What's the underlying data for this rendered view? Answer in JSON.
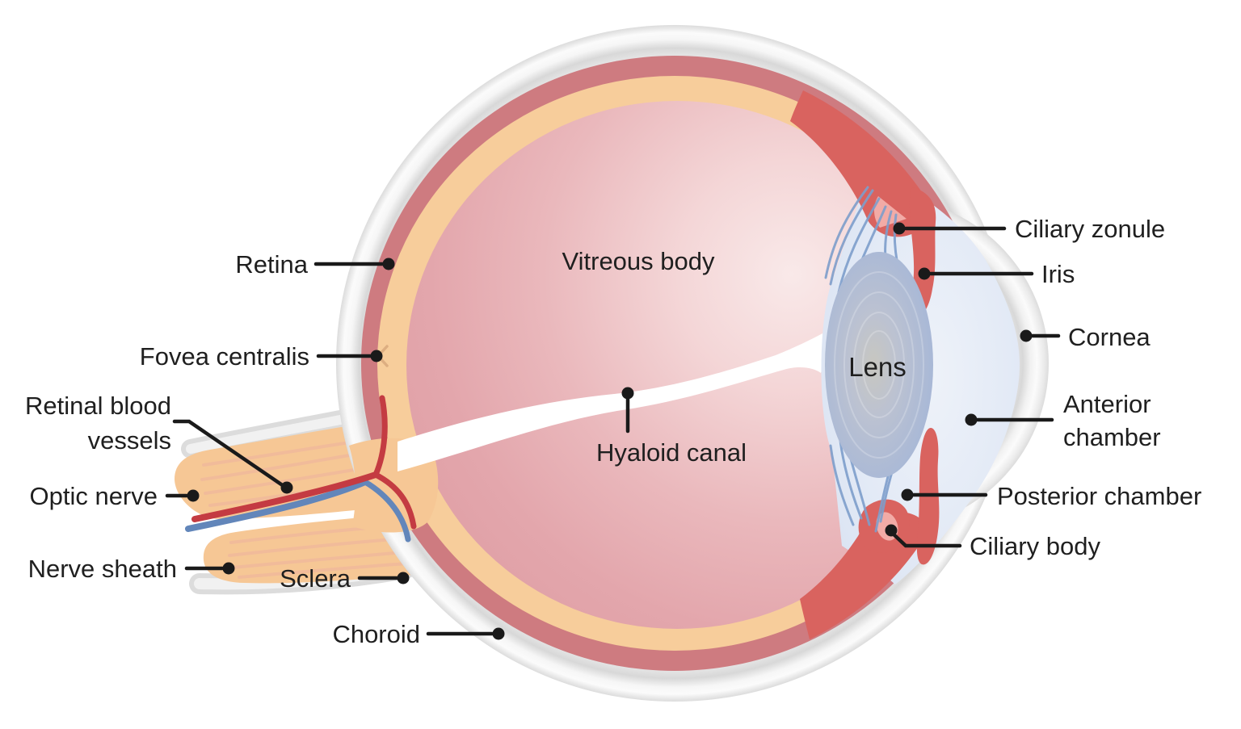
{
  "labels": {
    "retina": "Retina",
    "fovea_centralis": "Fovea centralis",
    "retinal_blood_vessels_line1": "Retinal blood",
    "retinal_blood_vessels_line2": "vessels",
    "optic_nerve": "Optic nerve",
    "nerve_sheath": "Nerve sheath",
    "sclera": "Sclera",
    "choroid": "Choroid",
    "vitreous_body": "Vitreous body",
    "hyaloid_canal": "Hyaloid canal",
    "lens": "Lens",
    "ciliary_zonule": "Ciliary zonule",
    "iris": "Iris",
    "cornea": "Cornea",
    "anterior_chamber_line1": "Anterior",
    "anterior_chamber_line2": "chamber",
    "posterior_chamber": "Posterior chamber",
    "ciliary_body": "Ciliary body"
  },
  "colors": {
    "background": "#ffffff",
    "label_text": "#1f1f1f",
    "leader_line": "#1a1a1a",
    "sclera_white": "#f4f4f4",
    "sclera_shadow": "#d8d8d8",
    "choroid_rose": "#ce7b80",
    "retina_tan": "#f7cd9b",
    "vitreous_pink": "#e8b4b8",
    "vitreous_pink_light": "#f8e8e8",
    "iris_red": "#d9635f",
    "ciliary_inner_pink": "#f2aba6",
    "lens_blue": "#a9b9d6",
    "lens_core": "#c8c7c0",
    "chamber_blue": "#dde6f4",
    "zonule_blue": "#7e9ecb",
    "optic_nerve_tan": "#f6c795",
    "nerve_striation": "#edb29f",
    "vessel_red": "#c43b42",
    "vessel_blue": "#6286ba",
    "canal_white": "#ffffff"
  }
}
